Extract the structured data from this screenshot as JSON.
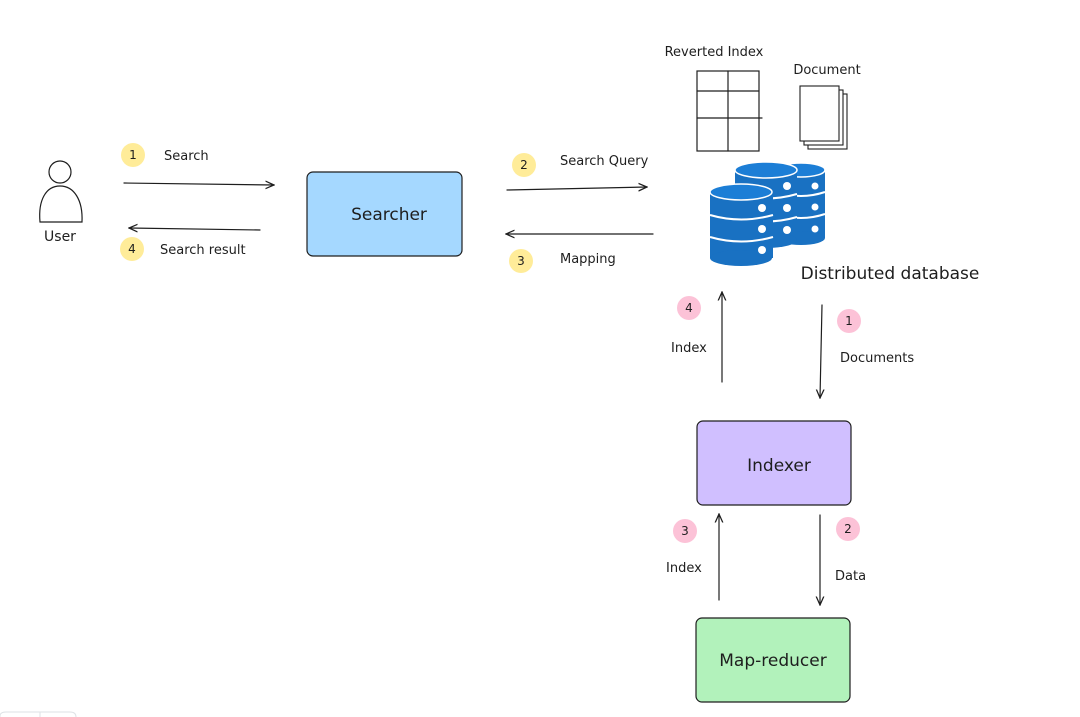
{
  "colors": {
    "stroke": "#1e1e1e",
    "searcher_fill": "#a5d8ff",
    "indexer_fill": "#d0bfff",
    "mapreducer_fill": "#b2f2bb",
    "yellow_badge": "#ffec99",
    "pink_badge": "#fcc2d7",
    "db_blue": "#1971c2",
    "db_top": "#1c7ed6"
  },
  "icons": {
    "user": "user-icon",
    "database": "database-icon",
    "document": "document-icon",
    "index_table": "table-icon"
  },
  "nodes": {
    "user": "User",
    "searcher": "Searcher",
    "indexer": "Indexer",
    "map_reducer": "Map-reducer",
    "database": "Distributed database",
    "reverted_index": "Reverted Index",
    "document": "Document"
  },
  "search_flow": [
    {
      "step": "1",
      "label": "Search"
    },
    {
      "step": "4",
      "label": "Search result"
    },
    {
      "step": "2",
      "label": "Search Query"
    },
    {
      "step": "3",
      "label": "Mapping"
    }
  ],
  "index_flow": [
    {
      "step": "4",
      "label": "Index"
    },
    {
      "step": "1",
      "label": "Documents"
    },
    {
      "step": "3",
      "label": "Index"
    },
    {
      "step": "2",
      "label": "Data"
    }
  ]
}
